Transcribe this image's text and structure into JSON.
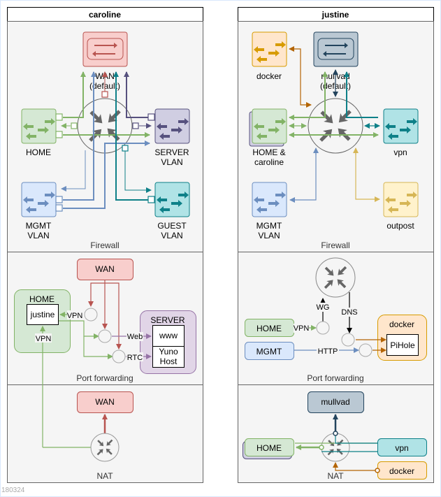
{
  "version": "180324",
  "colors": {
    "green": "#82b366",
    "green_fill": "#d5e8d4",
    "red": "#b85450",
    "red_fill": "#f8cecc",
    "blue": "#6c8ebf",
    "blue_fill": "#dae8fc",
    "purple": "#56517e",
    "purple_fill": "#d0cee2",
    "teal": "#0e8088",
    "teal_fill": "#b0e3e6",
    "navy": "#23445d",
    "navy_fill": "#bac8d3",
    "orange": "#d79b00",
    "orange_fill": "#ffe6cc",
    "brown": "#b46504",
    "yellow": "#d6b656",
    "yellow_fill": "#fff2cc",
    "lilac": "#9673a6",
    "lilac_fill": "#e1d5e7",
    "panel_fill": "#f5f5f5",
    "panel_stroke": "#666666"
  },
  "caroline": {
    "title": "caroline",
    "firewall": {
      "label": "Firewall",
      "nodes": {
        "wan_line1": "WAN",
        "wan_line2": "(default)",
        "home": "HOME",
        "server_line1": "SERVER",
        "server_line2": "VLAN",
        "mgmt_line1": "MGMT",
        "mgmt_line2": "VLAN",
        "guest_line1": "GUEST",
        "guest_line2": "VLAN"
      }
    },
    "port_forwarding": {
      "label": "Port forwarding",
      "wan": "WAN",
      "home": "HOME",
      "justine": "justine",
      "vpn_edge": "VPN",
      "vpn_up": "VPN",
      "web_edge": "Web",
      "rtc_edge": "RTC",
      "server": "SERVER",
      "www": "www",
      "yuno_line1": "Yuno",
      "yuno_line2": "Host"
    },
    "nat": {
      "label": "NAT",
      "wan": "WAN"
    }
  },
  "justine": {
    "title": "justine",
    "firewall": {
      "label": "Firewall",
      "nodes": {
        "docker": "docker",
        "mullvad_line1": "mullvad",
        "mullvad_line2": "(default)",
        "home_line1": "HOME &",
        "home_line2": "caroline",
        "vpn": "vpn",
        "mgmt_line1": "MGMT",
        "mgmt_line2": "VLAN",
        "outpost": "outpost"
      }
    },
    "port_forwarding": {
      "label": "Port forwarding",
      "home": "HOME",
      "mgmt": "MGMT",
      "vpn_edge": "VPN",
      "wg_edge": "WG",
      "dns_edge": "DNS",
      "http_edge": "HTTP",
      "docker": "docker",
      "pihole": "PiHole"
    },
    "nat": {
      "label": "NAT",
      "mullvad": "mullvad",
      "home": "HOME",
      "vpn": "vpn",
      "docker": "docker"
    }
  }
}
